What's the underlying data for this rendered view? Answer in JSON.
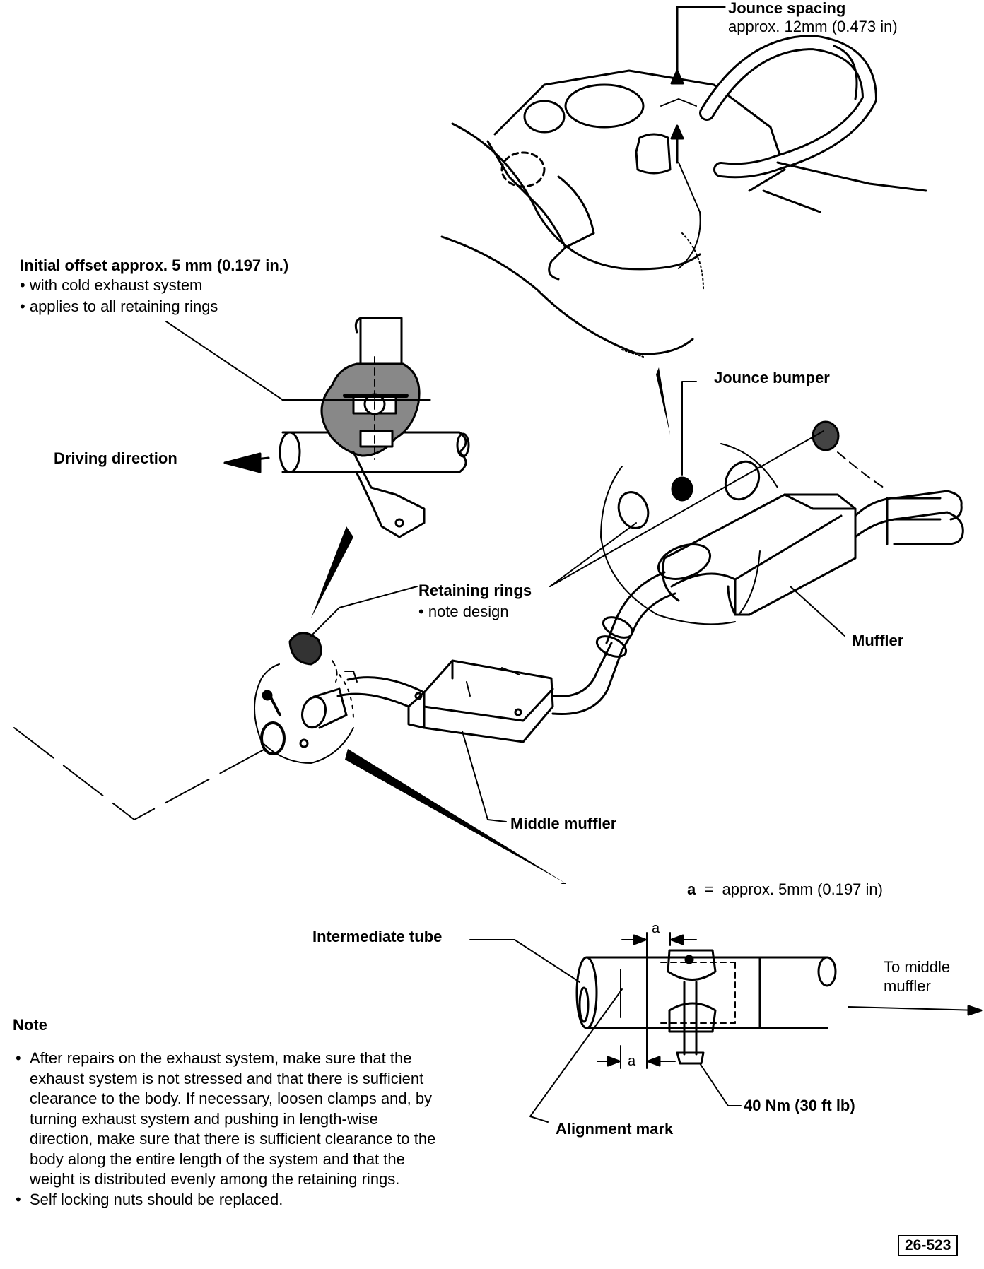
{
  "labels": {
    "jounce_spacing_title": "Jounce spacing",
    "jounce_spacing_value": "approx. 12mm (0.473 in)",
    "initial_offset_title": "Initial offset approx. 5 mm (0.197 in.)",
    "initial_offset_bullet_1": "with cold exhaust system",
    "initial_offset_bullet_2": "applies to all retaining rings",
    "driving_direction": "Driving direction",
    "jounce_bumper": "Jounce bumper",
    "retaining_rings": "Retaining rings",
    "retaining_rings_note": "note design",
    "muffler": "Muffler",
    "middle_muffler": "Middle muffler",
    "a_definition": "approx. 5mm (0.197 in)",
    "a_symbol": "a",
    "dimension_a": "a",
    "intermediate_tube": "Intermediate tube",
    "to_middle_muffler_line1": "To middle",
    "to_middle_muffler_line2": "muffler",
    "torque": "40 Nm (30 ft lb)",
    "alignment_mark": "Alignment mark",
    "figure_number": "26-523"
  },
  "note": {
    "heading": "Note",
    "items": [
      "After repairs on the exhaust system, make sure that the exhaust system is not stressed and that there is sufficient clearance to the body. If necessary, loosen clamps and, by turning exhaust system and pushing in length-wise direction, make sure that there is sufficient clearance to the body along the entire length of the system and that the weight is distributed evenly among the retaining rings.",
      "Self locking nuts should be replaced."
    ]
  }
}
